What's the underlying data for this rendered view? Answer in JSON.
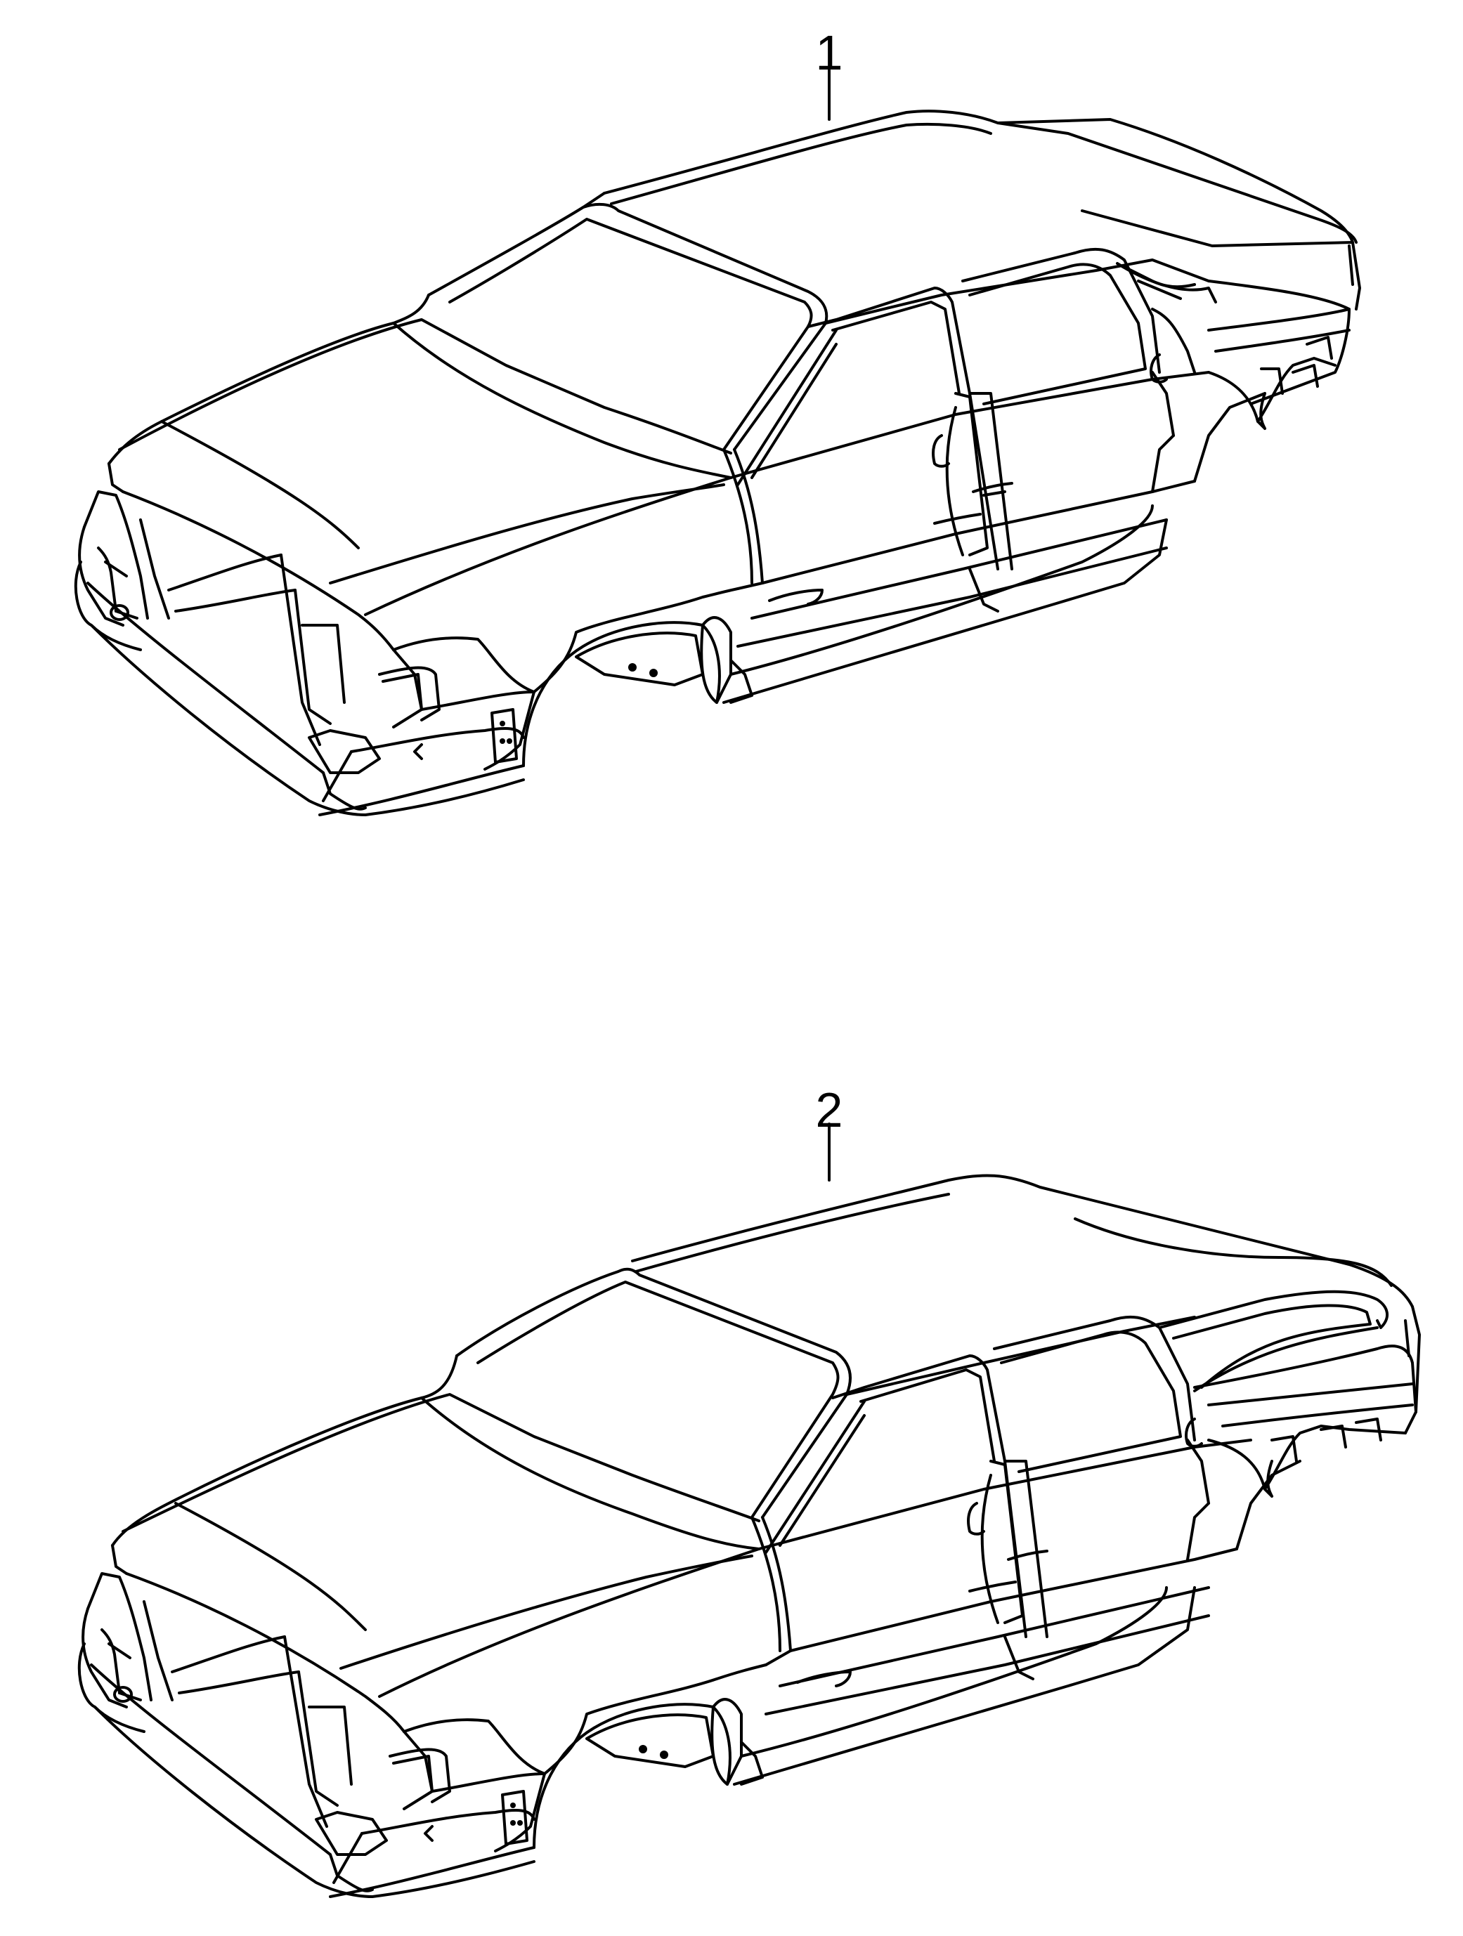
{
  "diagram": {
    "callouts": [
      {
        "label": "1"
      },
      {
        "label": "2"
      }
    ],
    "parts": [
      {
        "id": "sedan-body-shell",
        "callout": "1"
      },
      {
        "id": "avant-body-shell",
        "callout": "2"
      }
    ],
    "colors": {
      "line": "#000000",
      "background": "#ffffff"
    }
  }
}
